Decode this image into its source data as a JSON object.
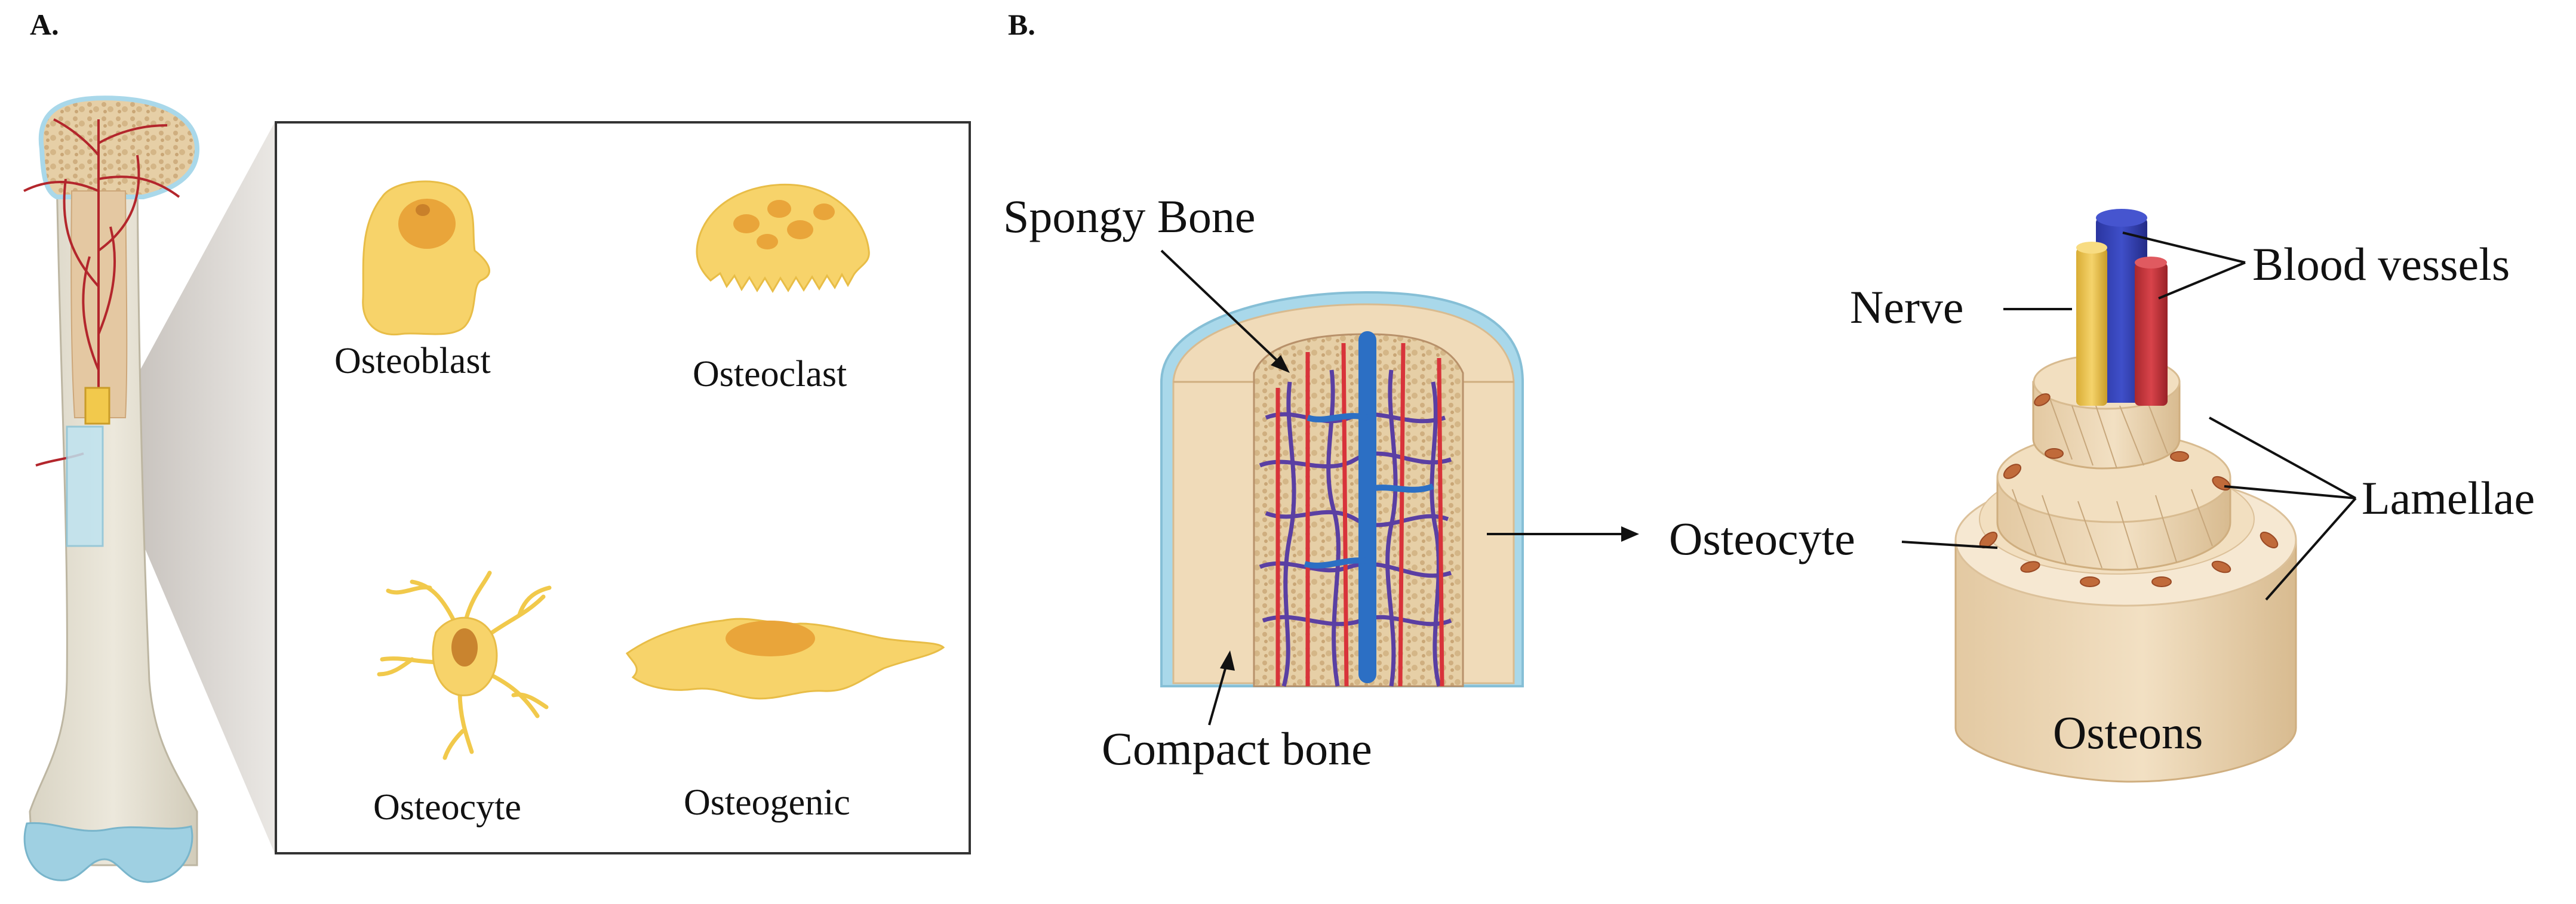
{
  "panel_a": {
    "label": "A.",
    "cells": {
      "osteoblast": "Osteoblast",
      "osteoclast": "Osteoclast",
      "osteocyte": "Osteocyte",
      "osteogenic": "Osteogenic"
    }
  },
  "panel_b": {
    "label": "B.",
    "spongy_bone": "Spongy Bone",
    "compact_bone": "Compact bone",
    "osteocyte": "Osteocyte",
    "nerve": "Nerve",
    "blood_vessels": "Blood vessels",
    "lamellae": "Lamellae",
    "osteons": "Osteons"
  },
  "colors": {
    "cell_yellow": "#f7d36a",
    "cell_nucleus": "#e9a53a",
    "bone_cream": "#efd9b4",
    "periosteum_blue": "#a9d8ea",
    "artery_red": "#d8333a",
    "vein_blue": "#2c6fc4",
    "vein_purple": "#5a3fa3",
    "nerve_yellow": "#f1c94b"
  }
}
